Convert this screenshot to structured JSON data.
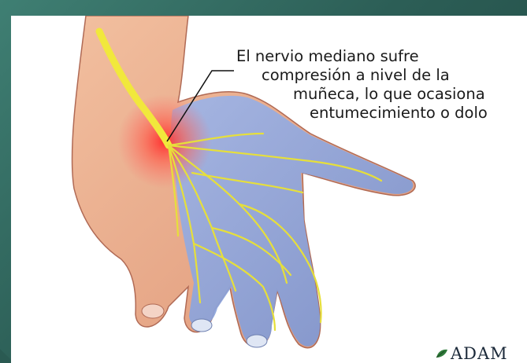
{
  "figure": {
    "caption_lines": [
      "El nervio mediano sufre",
      "compresión a nivel de la",
      "muñeca, lo que ocasiona",
      "entumecimiento o dolo"
    ],
    "logo_text": "ADAM"
  },
  "icons": {
    "logo_mark": "adam-leaf-icon",
    "illustration": "hand-median-nerve-illustration"
  },
  "colors": {
    "frame": "#2f6b62",
    "skin": "#e9a78a",
    "nerve_region": "#8ea6dc",
    "nerve": "#e8e23a",
    "compression_glow": "#ff3b3b"
  }
}
